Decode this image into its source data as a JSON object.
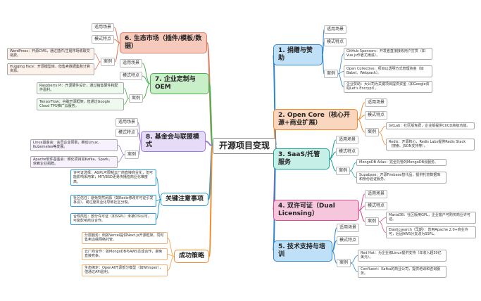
{
  "center": "开源项目变现",
  "labels": {
    "scene": "适用场景",
    "pattern": "模式特点",
    "cases": "案例"
  },
  "colors": {
    "blue": "#2e86d1",
    "orange": "#f28a2e",
    "teal": "#1aa39a",
    "pink": "#d94f8e",
    "lightblue": "#bfe0f7",
    "peach": "#fbd6bf",
    "mint": "#c6f0e7",
    "rose": "#f6c6dc",
    "lavender": "#e7dcf7",
    "salmon": "#f5c9bb",
    "green": "#c9efc8"
  },
  "right": [
    {
      "title": "1. 捐赠与赞助",
      "cases": [
        "GitHub Sponsors：开发者直接接收用户打赏（如Vue.js作者尤雨溪）。",
        "Open Collective：项目以透明方式管理资金（如Babel、Webpack）。",
        "企业赞助：大公司为关键项目提供资金（如Google资助Let's Encrypt）。"
      ]
    },
    {
      "title": "2. Open Core（核心开源+商业扩展）",
      "cases": [
        "GitLab：社区版免费，企业版提供CI/CD高级功能。",
        "Redis：开源核心，Redis Labs提供Redis Stack（搜索、JSON支持等）。"
      ]
    },
    {
      "title": "3. SaaS/托管服务",
      "cases": [
        "MongoDB Atlas：完全托管的MongoDB云服务。",
        "Supabase：开源Firebase替代品，提供托管数据库和身份验证服务。"
      ]
    },
    {
      "title": "4. 双许可证（Dual Licensing）",
      "cases": [
        "MariaDB：社区版用GPL，企业客户可购买商业许可证。",
        "Elasticsearch（早期）：曾用Apache 2.0+商业许可，后因AWS分支改为SSPL。"
      ]
    },
    {
      "title": "5. 技术支持与培训",
      "cases": [
        "Red Hat：为企业级Linux提供支持（年收入超30亿美元）。",
        "Confluent：Kafka的商业公司，提供培训和咨询服务。"
      ]
    }
  ],
  "left": [
    {
      "title": "6. 生态市场（插件/模板/数据）",
      "cases": [
        "WordPress：开源CMS，通过插件/主题市场收取交易费。",
        "Hugging Face：开源模型库，但售卖数据集和计算资源。"
      ]
    },
    {
      "title": "7. 企业定制与OEM",
      "cases": [
        "Raspberry Pi：开源硬件设计，通过销售硬件和配件盈利。",
        "TensorFlow：谷歌开源框架，但通过Google Cloud TPU推广云服务。"
      ]
    },
    {
      "title": "8. 基金会与联盟模式",
      "cases": [
        "Linux基金会：会员企业赞助，推动Linux、Kubernetes等发展。",
        "Apache软件基金会：孵化项目如Kafka、Spark，依赖企业捐赠。"
      ]
    },
    {
      "title": "关键注意事项",
      "notes": [
        "许可证选择：AGPL可限制云厂商直接商业化，但可能影响采用率；MIT/BSD更易传播但商业化难度高。",
        "社区信任：避免突然闭源（如Redis修改许可证引发争议），或过度商业化导致社区分裂。",
        "合规风险：部分许可证（如SSPL）未被OSI认可，可能影响商业合作。"
      ]
    },
    {
      "title": "成功策略",
      "notes": [
        "分层服务：例如Vercel提供Next.js开源框架，同时售卖边缘网络托管。",
        "云厂商合作：如MongoDB与AWS达成合作，避免直接竞争。",
        "生态绑定：OpenAI开源部分模型（如Whisper），但通过API盈利。"
      ]
    }
  ]
}
